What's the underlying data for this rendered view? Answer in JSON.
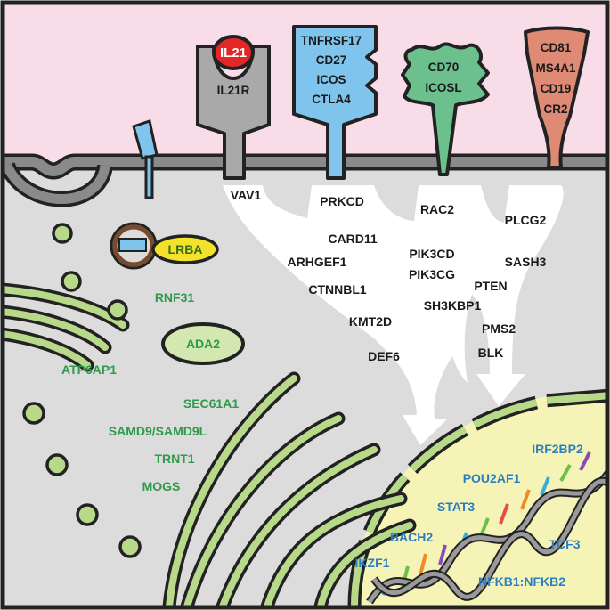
{
  "receptors": {
    "il21_ligand": "IL21",
    "il21_receptor": "IL21R",
    "blue_receptor": [
      "TNFRSF17",
      "CD27",
      "ICOS",
      "CTLA4"
    ],
    "green_receptor": [
      "CD70",
      "ICOSL"
    ],
    "red_receptor": [
      "CD81",
      "MS4A1",
      "CD19",
      "CR2"
    ]
  },
  "cytoplasm": {
    "lrba": "LRBA",
    "rnf31": "RNF31",
    "ada2": "ADA2",
    "atp6ap1": "ATP6AP1",
    "er_genes": [
      "SEC61A1",
      "SAMD9/SAMD9L",
      "TRNT1",
      "MOGS"
    ]
  },
  "signaling": {
    "vav1": "VAV1",
    "prkcd": "PRKCD",
    "rac2": "RAC2",
    "plcg2": "PLCG2",
    "card11": "CARD11",
    "arhgef1": "ARHGEF1",
    "ctnnbl1": "CTNNBL1",
    "kmt2d": "KMT2D",
    "def6": "DEF6",
    "pik3cd": "PIK3CD",
    "pik3cg": "PIK3CG",
    "sh3kbp1": "SH3KBP1",
    "sash3": "SASH3",
    "pten": "PTEN",
    "pms2": "PMS2",
    "blk": "BLK"
  },
  "nucleus": {
    "irf2bp2": "IRF2BP2",
    "pou2af1": "POU2AF1",
    "stat3": "STAT3",
    "bach2": "BACH2",
    "tcf3": "TCF3",
    "ikzf1": "IKZF1",
    "nfkb": "NFKB1:NFKB2"
  },
  "colors": {
    "extracellular": "#f8dde8",
    "cytoplasm": "#dcdcdc",
    "membrane": "#8a8a8a",
    "nucleus": "#f6f3b6",
    "organelle": "#b9d98a",
    "il21r": "#a9a9a9",
    "il21": "#e32626",
    "blue_receptor": "#7ec4ec",
    "green_receptor": "#6cc08e",
    "red_receptor": "#de8a74",
    "lrba": "#f2e22a",
    "text_green": "#2e9a4a",
    "text_blue": "#2a7fc1"
  }
}
